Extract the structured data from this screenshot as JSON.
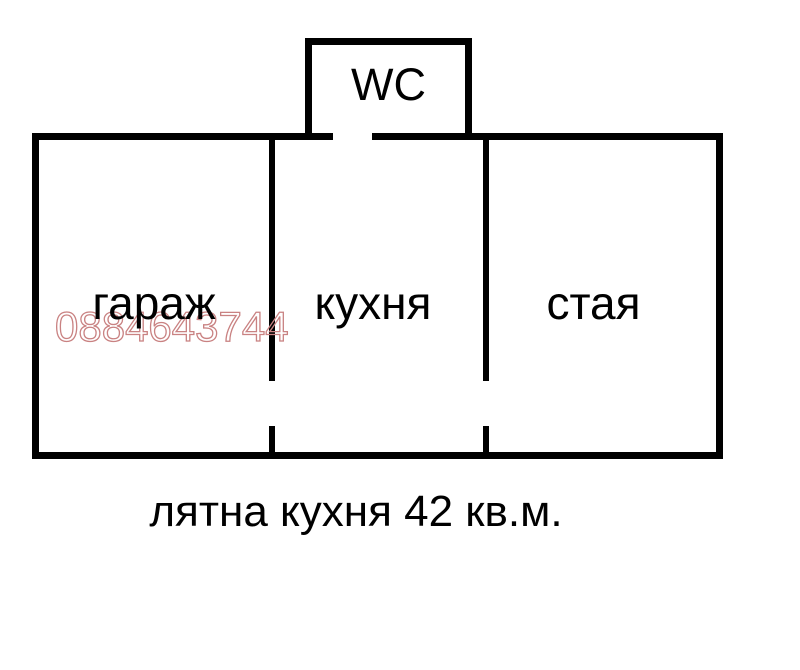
{
  "floorplan": {
    "rooms": [
      {
        "id": "wc",
        "label": "WC"
      },
      {
        "id": "garage",
        "label": "гараж"
      },
      {
        "id": "kitchen",
        "label": "кухня"
      },
      {
        "id": "living",
        "label": "стая"
      }
    ],
    "caption": "лятна кухня 42 кв.м.",
    "watermark": "0884643744",
    "colors": {
      "wall": "#000000",
      "background": "#ffffff",
      "label": "#000000",
      "watermark": "#c98282"
    }
  }
}
